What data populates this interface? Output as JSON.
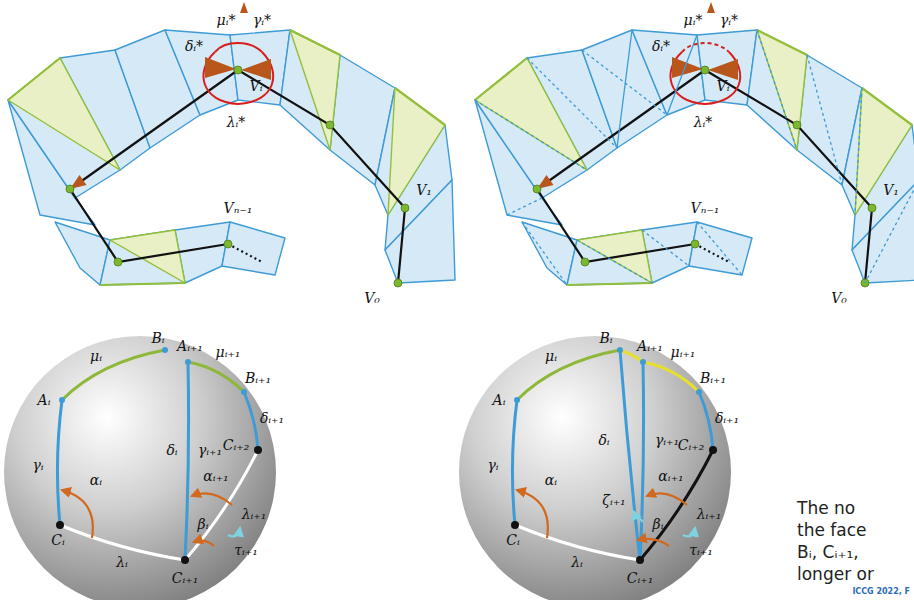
{
  "diagram": {
    "labels": [
      "μᵢ*",
      "γᵢ*",
      "δᵢ*",
      "Vᵢ",
      "λᵢ*",
      "Vₙ₋₁",
      "V₁",
      "V₀",
      "μᵢ*",
      "γᵢ*",
      "δᵢ*",
      "Vᵢ",
      "λᵢ*",
      "Vₙ₋₁",
      "V₁",
      "V₀",
      "Bᵢ",
      "μᵢ",
      "Aᵢ₊₁",
      "μᵢ₊₁",
      "Bᵢ₊₁",
      "Aᵢ",
      "γᵢ",
      "αᵢ",
      "δᵢ",
      "γᵢ₊₁",
      "δᵢ₊₁",
      "Cᵢ₊₂",
      "αᵢ₊₁",
      "λᵢ₊₁",
      "βᵢ",
      "τᵢ₊₁",
      "Cᵢ",
      "λᵢ",
      "Cᵢ₊₁",
      "Bᵢ",
      "μᵢ",
      "Aᵢ₊₁",
      "μᵢ₊₁",
      "Bᵢ₊₁",
      "Aᵢ",
      "γᵢ",
      "αᵢ",
      "δᵢ",
      "ζᵢ₊₁",
      "γᵢ₊₁",
      "δᵢ₊₁",
      "Cᵢ₊₂",
      "αᵢ₊₁",
      "λᵢ₊₁",
      "βᵢ",
      "τᵢ₊₁",
      "Cᵢ",
      "λᵢ",
      "Cᵢ₊₁",
      "The no",
      "the face",
      "Bᵢ, Cᵢ₊₁,",
      "longer or",
      "ICCG 2022, F"
    ]
  }
}
